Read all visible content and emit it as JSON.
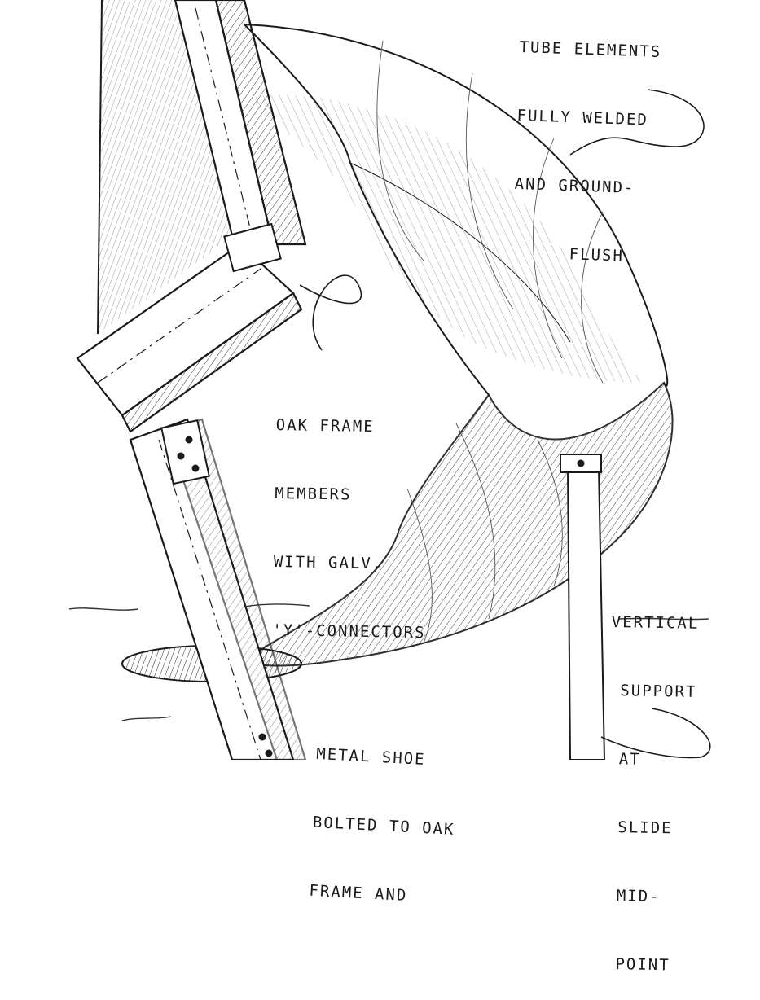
{
  "notes": {
    "tube": {
      "lines": [
        "TUBE ELEMENTS",
        "FULLY WELDED",
        "AND GROUND-",
        "FLUSH"
      ]
    },
    "oak": {
      "lines": [
        "OAK FRAME",
        "MEMBERS",
        "WITH GALV.",
        "'Y'-CONNECTORS"
      ]
    },
    "support": {
      "lines": [
        "VERTICAL",
        "SUPPORT",
        "AT",
        "SLIDE",
        "MID-",
        "POINT"
      ]
    },
    "shoe": {
      "lines": [
        "METAL SHOE",
        "BOLTED TO OAK",
        "FRAME AND"
      ]
    }
  },
  "colors": {
    "ink": "#1a1a1a",
    "paper": "#ffffff"
  }
}
